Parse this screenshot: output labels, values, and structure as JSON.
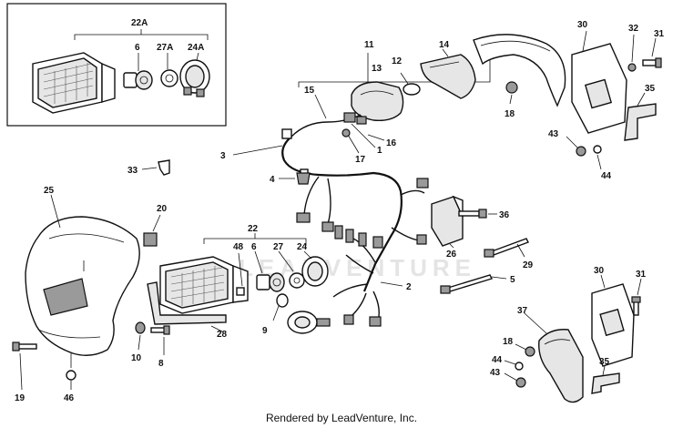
{
  "callouts": {
    "c22A": "22A",
    "c6a": "6",
    "c27A": "27A",
    "c24A": "24A",
    "c11": "11",
    "c14": "14",
    "c12": "12",
    "c13": "13",
    "c30a": "30",
    "c32": "32",
    "c31a": "31",
    "c35a": "35",
    "c18a": "18",
    "c15": "15",
    "c16": "16",
    "c1": "1",
    "c17": "17",
    "c3": "3",
    "c43a": "43",
    "c44a": "44",
    "c4": "4",
    "c33": "33",
    "c36": "36",
    "c25": "25",
    "c20": "20",
    "c22": "22",
    "c48": "48",
    "c6b": "6",
    "c27": "27",
    "c24": "24",
    "c26": "26",
    "c29": "29",
    "c5": "5",
    "c2": "2",
    "c9": "9",
    "c28": "28",
    "c10": "10",
    "c8": "8",
    "c19": "19",
    "c46": "46",
    "c30b": "30",
    "c31b": "31",
    "c37": "37",
    "c18b": "18",
    "c44b": "44",
    "c43b": "43",
    "c35b": "35"
  },
  "watermark": "LEADVENTURE",
  "footer": "Rendered by LeadVenture, Inc."
}
